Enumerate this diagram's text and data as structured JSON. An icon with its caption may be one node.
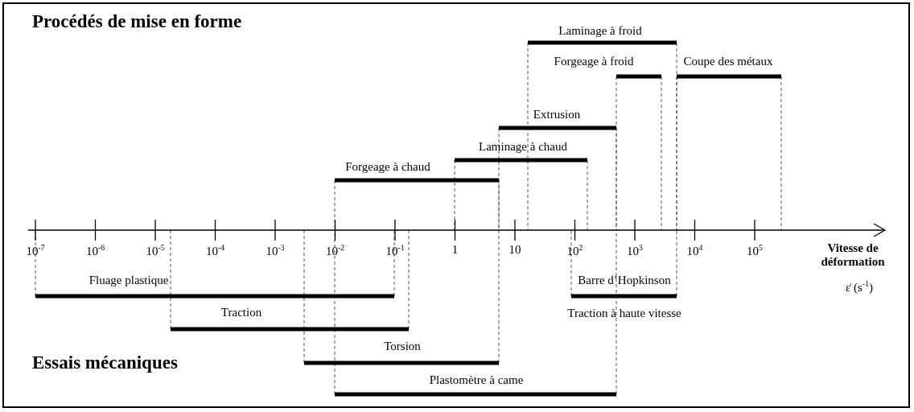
{
  "diagram": {
    "labels": [
      "Procédés de mise en forme",
      "Laminage à froid",
      "Forgeage à froid",
      "Coupe des métaux",
      "Extrusion",
      "Laminage à chaud",
      "Forgeage à chaud",
      "10$^{-7}$",
      "10$^{-6}$",
      "10$^{-5}$",
      "10$^{-4}$",
      "10$^{-3}$",
      "10$^{-2}$",
      "10$^{-1}$",
      "1",
      "10",
      "10$^{2}$",
      "10$^{3}$",
      "10$^{4}$",
      "10$^{5}$",
      "Vitesse de déformation",
      "Fluage plastique",
      "Barre d’Hopkinson",
      "ε̇ (s$^{-1}$)",
      "Traction",
      "Traction à haute vitesse",
      "Torsion",
      "Essais mécaniques",
      "Plastomètre à came"
    ]
  }
}
